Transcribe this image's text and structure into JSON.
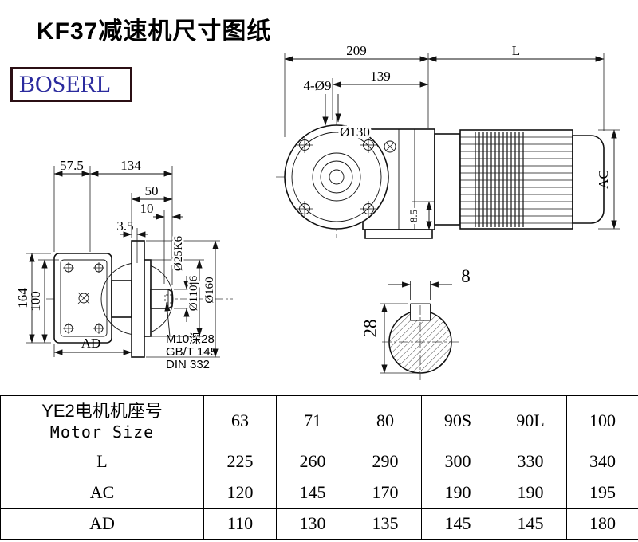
{
  "page": {
    "title": "KF37减速机尺寸图纸",
    "brand": "BOSERL"
  },
  "drawing": {
    "side": {
      "dim_total": "209",
      "dim_motor": "L",
      "dim_139": "139",
      "holes": "4-Ø9",
      "flange_dia": "Ø130",
      "dim_8_5": "8.5",
      "dim_ac": "AC"
    },
    "front": {
      "dim_57_5": "57.5",
      "dim_134": "134",
      "dim_50": "50",
      "dim_10": "10",
      "dim_3_5": "3.5",
      "dim_164": "164",
      "dim_100": "100",
      "dim_ad": "AD",
      "shaft_dia": "Ø25K6",
      "spigot_dia": "Ø110j6",
      "flange_dia": "Ø160",
      "tap_note_1": "M10深28",
      "tap_note_2": "GB/T 145",
      "tap_note_3": "DIN 332"
    },
    "section": {
      "key_width": "8",
      "key_total": "28"
    }
  },
  "table": {
    "header_cn": "YE2电机机座号",
    "header_en": "Motor Size",
    "sizes": [
      "63",
      "71",
      "80",
      "90S",
      "90L",
      "100"
    ],
    "rows": [
      {
        "label": "L",
        "values": [
          "225",
          "260",
          "290",
          "300",
          "330",
          "340"
        ]
      },
      {
        "label": "AC",
        "values": [
          "120",
          "145",
          "170",
          "190",
          "190",
          "195"
        ]
      },
      {
        "label": "AD",
        "values": [
          "110",
          "130",
          "135",
          "145",
          "145",
          "180"
        ]
      }
    ]
  }
}
